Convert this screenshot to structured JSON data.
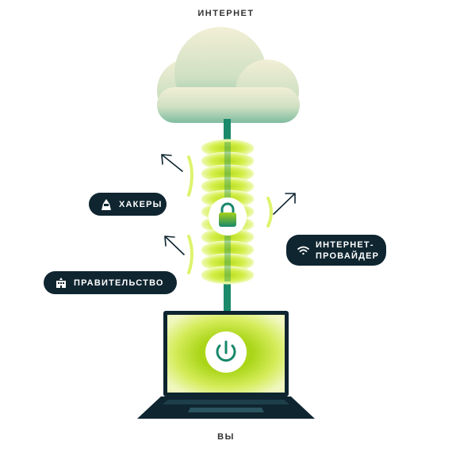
{
  "labels": {
    "internet": "ИНТЕРНЕТ",
    "you": "ВЫ"
  },
  "pills": {
    "hackers": "ХАКЕРЫ",
    "government": "ПРАВИТЕЛЬСТВО",
    "isp_line1": "ИНТЕРНЕТ-",
    "isp_line2": "ПРОВАЙДЕР"
  },
  "icons": {
    "hackers": "hacker-icon",
    "government": "building-icon",
    "isp": "wifi-icon",
    "lock": "lock-icon",
    "power": "power-icon"
  },
  "colors": {
    "dark": "#0f2530",
    "accent_green": "#1a8a6a",
    "lime": "#d7f04a",
    "cloud_light": "#f1efd8",
    "cloud_dark": "#86bfa4"
  }
}
